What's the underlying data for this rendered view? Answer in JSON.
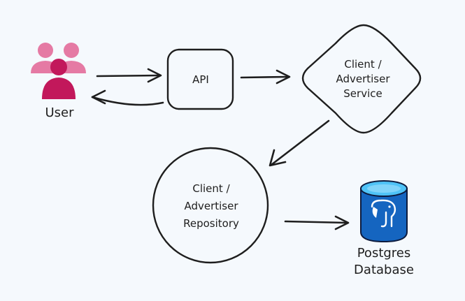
{
  "nodes": {
    "user": {
      "label": "User",
      "icon": "users-group-icon"
    },
    "api": {
      "label": "API"
    },
    "service": {
      "lines": [
        "Client /",
        "Advertiser",
        "Service"
      ]
    },
    "repository": {
      "lines": [
        "Client /",
        "Advertiser",
        "Repository"
      ]
    },
    "database": {
      "lines": [
        "Postgres",
        "Database"
      ],
      "icon": "postgres-elephant-icon"
    }
  },
  "colors": {
    "background": "#f5f9fd",
    "stroke": "#1e1e1e",
    "user_icon_light": "#e57aa4",
    "user_icon_dark": "#c2185b",
    "db_blue": "#1565c0",
    "db_top": "#4fc3f7"
  }
}
